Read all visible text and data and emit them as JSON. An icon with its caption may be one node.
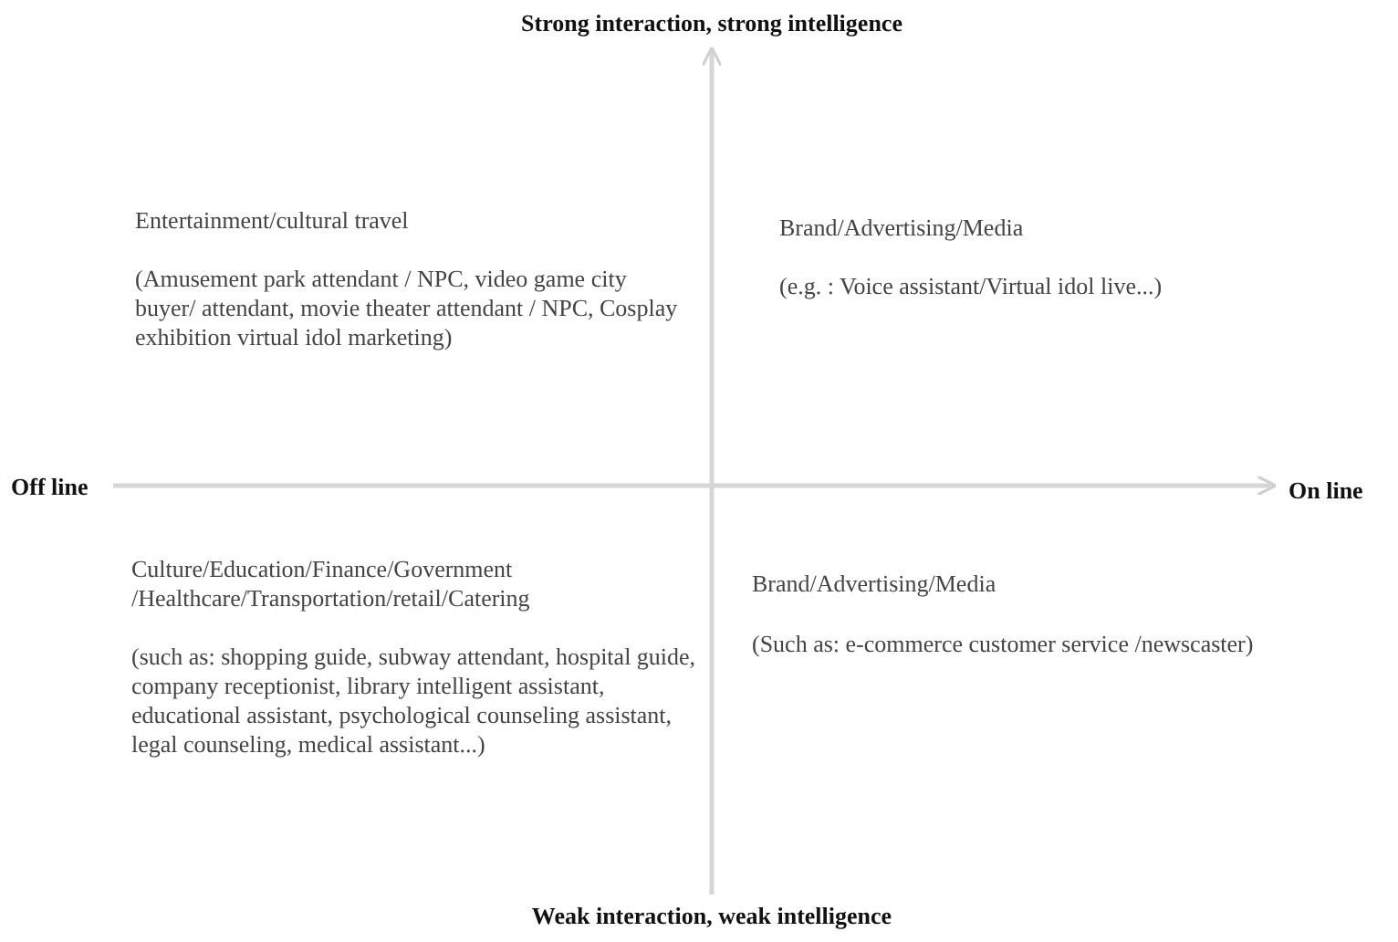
{
  "diagram": {
    "labels": [
      "Strong interaction, strong intelligence",
      "Entertainment/cultural travel",
      "(Amusement park attendant / NPC, video game city buyer/ attendant, movie theater attendant / NPC, Cosplay exhibition virtual idol marketing)",
      "Brand/Advertising/Media",
      "(e.g. : Voice assistant/Virtual idol live...)",
      "Off line",
      "On line",
      "Culture/Education/Finance/Government /Healthcare/Transportation/retail/Catering",
      "(such as: shopping guide, subway attendant, hospital guide, company receptionist, library intelligent assistant, educational assistant, psychological counseling assistant, legal counseling, medical assistant...)",
      "Brand/Advertising/Media",
      "(Such as: e-commerce customer service /newscaster)",
      "Weak interaction, weak intelligence"
    ]
  }
}
